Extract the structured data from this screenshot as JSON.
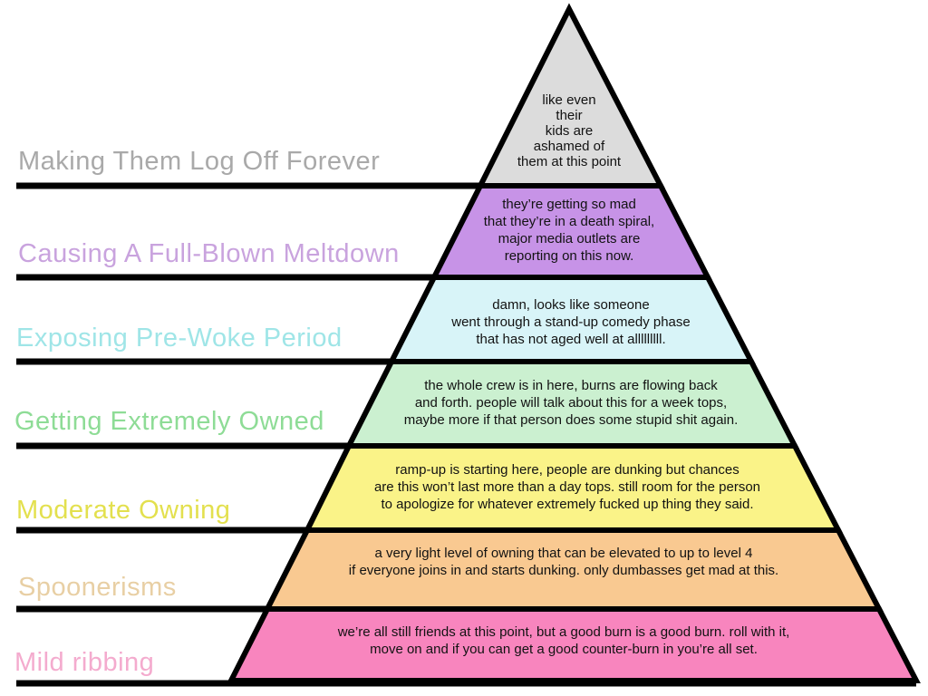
{
  "diagram": {
    "levels": [
      {
        "label": "Making Them Log Off Forever",
        "label_color": "#a9a9a9",
        "band_color": "#dcdcdc",
        "text": [
          "like even",
          "their",
          "kids are",
          "ashamed of",
          "them at this point"
        ]
      },
      {
        "label": "Causing A Full-Blown Meltdown",
        "label_color": "#c9a3de",
        "band_color": "#c793e7",
        "text": [
          "they’re getting so mad",
          "that they’re in a death spiral,",
          "major media outlets are",
          "reporting on this now."
        ]
      },
      {
        "label": "Exposing Pre-Woke Period",
        "label_color": "#9fe5e7",
        "band_color": "#d8f4f8",
        "text": [
          "damn, looks like someone",
          "went through a stand-up comedy phase",
          "that has not aged well at alllllllll."
        ]
      },
      {
        "label": "Getting Extremely Owned",
        "label_color": "#8edc96",
        "band_color": "#cbf0d0",
        "text": [
          "the whole crew is in here, burns are flowing back",
          "and forth. people will talk about this for a week tops,",
          "maybe more if that person does some stupid shit again."
        ]
      },
      {
        "label": "Moderate Owning",
        "label_color": "#e3e04e",
        "band_color": "#faf388",
        "text": [
          "ramp-up is starting here, people are dunking but chances",
          "are this won’t last more than a day tops. still room for the person",
          "to apologize for whatever extremely fucked up thing they said."
        ]
      },
      {
        "label": "Spoonerisms",
        "label_color": "#e8cfa4",
        "band_color": "#f9c991",
        "text": [
          "a very light level of owning that can be elevated to up to level 4",
          "if everyone joins in and starts dunking. only dumbasses get mad at this."
        ]
      },
      {
        "label": "Mild ribbing",
        "label_color": "#f4abce",
        "band_color": "#f885be",
        "text": [
          "we’re all still friends at this point, but a good burn is a good burn. roll with it,",
          "move on and if you can get a good counter-burn in you’re all set."
        ]
      }
    ],
    "line_color": "#000000"
  }
}
